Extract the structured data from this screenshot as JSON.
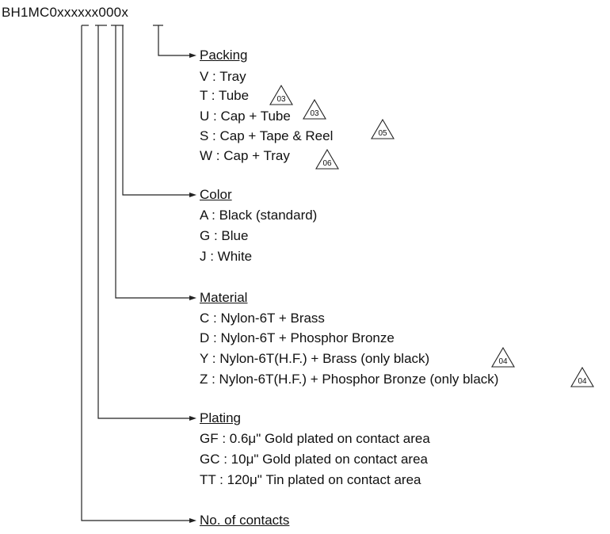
{
  "part_number": "BH1MC0xxxxxx000x",
  "sections": [
    {
      "title": "Packing",
      "items": [
        {
          "text": "V : Tray",
          "note": ""
        },
        {
          "text": "T : Tube",
          "note": "03"
        },
        {
          "text": "U : Cap + Tube",
          "note": "03"
        },
        {
          "text": "S : Cap + Tape & Reel",
          "note": "05"
        },
        {
          "text": "W : Cap + Tray",
          "note": "06"
        }
      ]
    },
    {
      "title": "Color",
      "items": [
        {
          "text": "A : Black (standard)",
          "note": ""
        },
        {
          "text": "G : Blue",
          "note": ""
        },
        {
          "text": "J : White",
          "note": ""
        }
      ]
    },
    {
      "title": "Material",
      "items": [
        {
          "text": "C : Nylon-6T + Brass",
          "note": ""
        },
        {
          "text": "D : Nylon-6T + Phosphor Bronze",
          "note": ""
        },
        {
          "text": "Y : Nylon-6T(H.F.) + Brass (only black)",
          "note": "04"
        },
        {
          "text": "Z : Nylon-6T(H.F.) + Phosphor Bronze (only black)",
          "note": "04"
        }
      ]
    },
    {
      "title": "Plating",
      "items": [
        {
          "text": "GF : 0.6μ\" Gold plated on contact area",
          "note": ""
        },
        {
          "text": "GC : 10μ\" Gold plated on contact area",
          "note": ""
        },
        {
          "text": "TT : 120μ\" Tin plated on contact area",
          "note": ""
        }
      ]
    },
    {
      "title": "No. of contacts",
      "items": []
    }
  ]
}
